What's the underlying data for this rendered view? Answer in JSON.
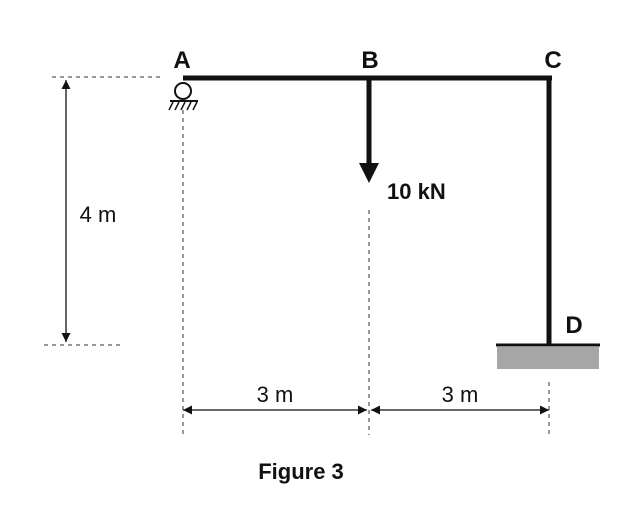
{
  "nodes": {
    "a": "A",
    "b": "B",
    "c": "C",
    "d": "D"
  },
  "load": "10 kN",
  "dimensions": {
    "height": "4 m",
    "span_ab": "3 m",
    "span_bc": "3 m"
  },
  "caption": "Figure 3",
  "colors": {
    "member": "#111111",
    "ground": "#a6a6a6",
    "line": "#333333"
  }
}
